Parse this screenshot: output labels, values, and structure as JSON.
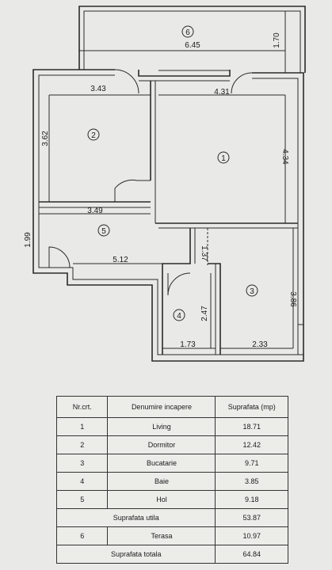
{
  "plan": {
    "rooms": [
      {
        "id": "1"
      },
      {
        "id": "2"
      },
      {
        "id": "3"
      },
      {
        "id": "4"
      },
      {
        "id": "5"
      },
      {
        "id": "6"
      }
    ],
    "dimensions": {
      "terrace_width": "6.45",
      "terrace_depth": "1.70",
      "bedroom_width": "3.43",
      "bedroom_depth": "3.62",
      "living_width": "4.31",
      "living_depth": "4.34",
      "hall_width_top": "3.49",
      "hall_depth": "1.99",
      "hall_length": "5.12",
      "passage": "1.37",
      "kitchen_depth": "3.86",
      "bath_depth": "2.47",
      "bath_width": "1.73",
      "kitchen_width": "2.33"
    }
  },
  "table": {
    "headers": [
      "Nr.crt.",
      "Denumire incapere",
      "Suprafata (mp)"
    ],
    "rows": [
      {
        "nr": "1",
        "name": "Living",
        "area": "18.71"
      },
      {
        "nr": "2",
        "name": "Dormitor",
        "area": "12.42"
      },
      {
        "nr": "3",
        "name": "Bucatarie",
        "area": "9.71"
      },
      {
        "nr": "4",
        "name": "Baie",
        "area": "3.85"
      },
      {
        "nr": "5",
        "name": "Hol",
        "area": "9.18"
      }
    ],
    "util": {
      "label": "Suprafata utila",
      "area": "53.87"
    },
    "terrace": {
      "nr": "6",
      "name": "Terasa",
      "area": "10.97"
    },
    "total": {
      "label": "Suprafata totala",
      "area": "64.84"
    }
  }
}
